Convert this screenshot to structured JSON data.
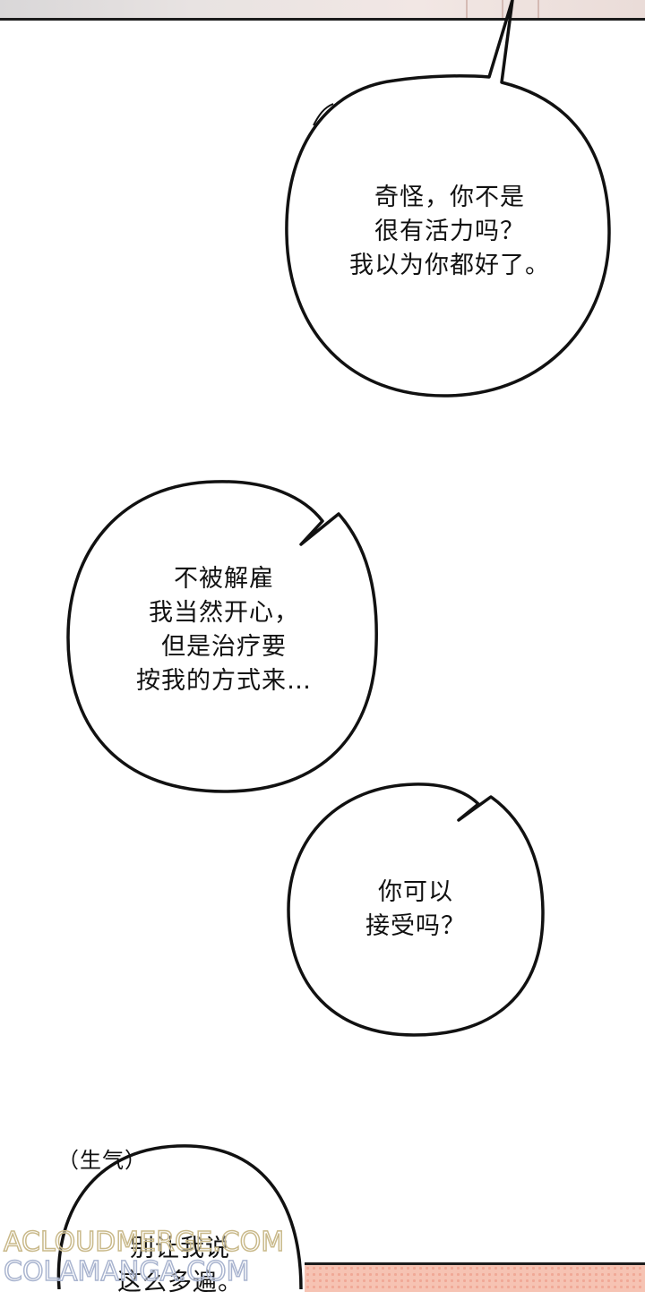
{
  "bubbles": {
    "b1": "奇怪，你不是\n很有活力吗？\n我以为你都好了。",
    "b2": "不被解雇\n我当然开心，\n但是治疗要\n按我的方式来…",
    "b3": "你可以\n接受吗？",
    "b4": "别让我说\n这么多遍。"
  },
  "sfx": "（生气）",
  "watermark": {
    "line1": "ACLOUDMERGE.COM",
    "line2": "COLAMANGA.COM"
  },
  "colors": {
    "ink": "#111111",
    "bottom_panel": "#f6c3b3"
  }
}
